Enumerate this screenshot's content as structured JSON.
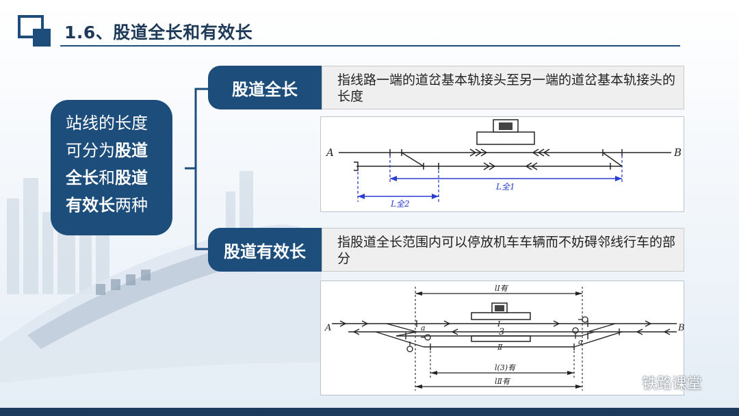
{
  "header": {
    "title": "1.6、股道全长和有效长"
  },
  "summary": {
    "line1": "站线的长度",
    "line2_pre": "可分为",
    "line2_bold": "股道",
    "line3_bold_a": "全长",
    "line3_mid": "和",
    "line3_bold_b": "股道",
    "line4_bold": "有效长",
    "line4_post": "两种"
  },
  "sections": [
    {
      "term": "股道全长",
      "definition": "指线路一端的道岔基本轨接头至另一端的道岔基本轨接头的长度"
    },
    {
      "term": "股道有效长",
      "definition": "指股道全长范围内可以停放机车车辆而不妨碍邻线行车的部分"
    }
  ],
  "figure1": {
    "label_a": "A",
    "label_b": "B",
    "label_l_full1": "L全1",
    "label_l_full2": "L全2"
  },
  "figure2": {
    "label_a": "A",
    "label_b": "B",
    "track_1": "Ⅰ",
    "track_3": "3",
    "track_2": "Ⅱ",
    "label_a_small_left": "a",
    "label_a_small_right": "a",
    "dim_top": "lⅠ有",
    "dim_mid": "l(3)有",
    "dim_bottom": "lⅡ有"
  },
  "watermark": {
    "text": "铁路课堂",
    "icon": "wechat-icon"
  },
  "colors": {
    "brand": "#1d4d7a",
    "dimension_blue": "#2a3fd0"
  }
}
